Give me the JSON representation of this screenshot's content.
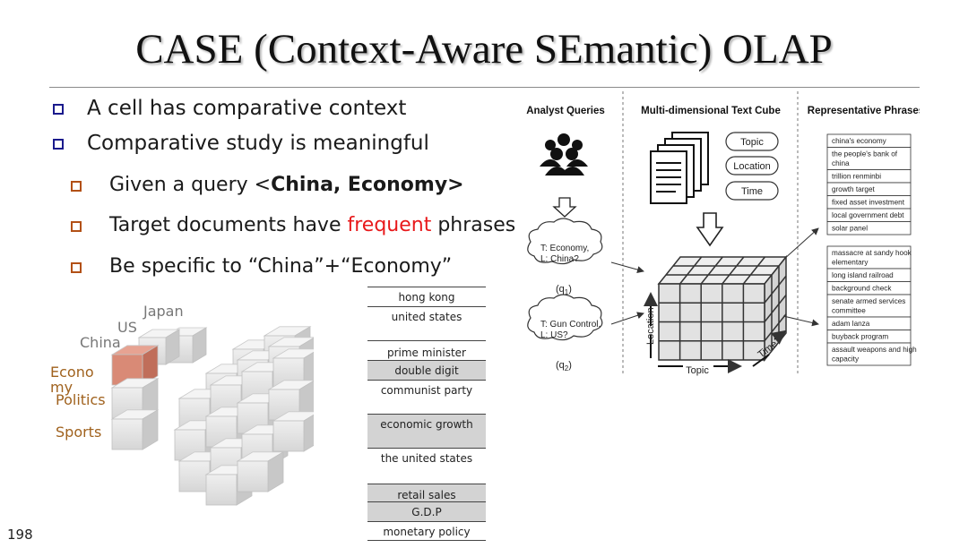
{
  "slide": {
    "title": "CASE (Context-Aware SEmantic) OLAP",
    "page_number": "198"
  },
  "bullets": [
    {
      "text": "A cell has comparative context",
      "level": 1
    },
    {
      "text": "Comparative study is meaningful",
      "level": 1
    }
  ],
  "sub_bullets": {
    "query_prefix": "Given a query <",
    "query_bold": "China, Economy>",
    "target_pre": "Target documents have ",
    "target_red": "frequent",
    "target_post": " phrases",
    "specific": "Be specific to “China”+“Economy”"
  },
  "colors": {
    "red_word": "#e8191b",
    "blue_bullet": "#1a1a8c",
    "orange_bullet": "#b25016",
    "highlight_cube": "#d98a76",
    "row_label": "#a0621e"
  },
  "cube_labels": {
    "columns": [
      "Japan",
      "US",
      "China"
    ],
    "rows_top": "Econo",
    "rows_top_wrap": "my",
    "rows": [
      "Politics",
      "Sports"
    ]
  },
  "phrase_table": {
    "rows": [
      "hong kong",
      "united states",
      "prime minister",
      "double digit",
      "communist party",
      "economic growth",
      "the united states",
      "retail sales",
      "G.D.P",
      "monetary policy"
    ]
  },
  "diagram": {
    "headers": [
      "Analyst Queries",
      "Multi-dimensional Text Cube",
      "Representative Phrases"
    ],
    "cube_buttons": [
      "Topic",
      "Location",
      "Time"
    ],
    "queries": [
      {
        "line1": "T: Economy,",
        "line2": "L: China?",
        "label": "(q",
        "sub": "1",
        "close": ")"
      },
      {
        "line1": "T: Gun Control,",
        "line2": "L: US?",
        "label": "(q",
        "sub": "2",
        "close": ")"
      }
    ],
    "axes": {
      "x": "Topic",
      "y": "Location",
      "z": "Time"
    },
    "phrases_group1": [
      "china's economy",
      "the people's bank of china",
      "trillion renminbi",
      "growth target",
      "fixed asset investment",
      "local government debt",
      "solar panel"
    ],
    "phrases_group2": [
      "massacre at sandy hook elementary",
      "long island railroad",
      "background check",
      "senate armed services committee",
      "adam lanza",
      "buyback program",
      "assault weapons and high capacity"
    ]
  }
}
